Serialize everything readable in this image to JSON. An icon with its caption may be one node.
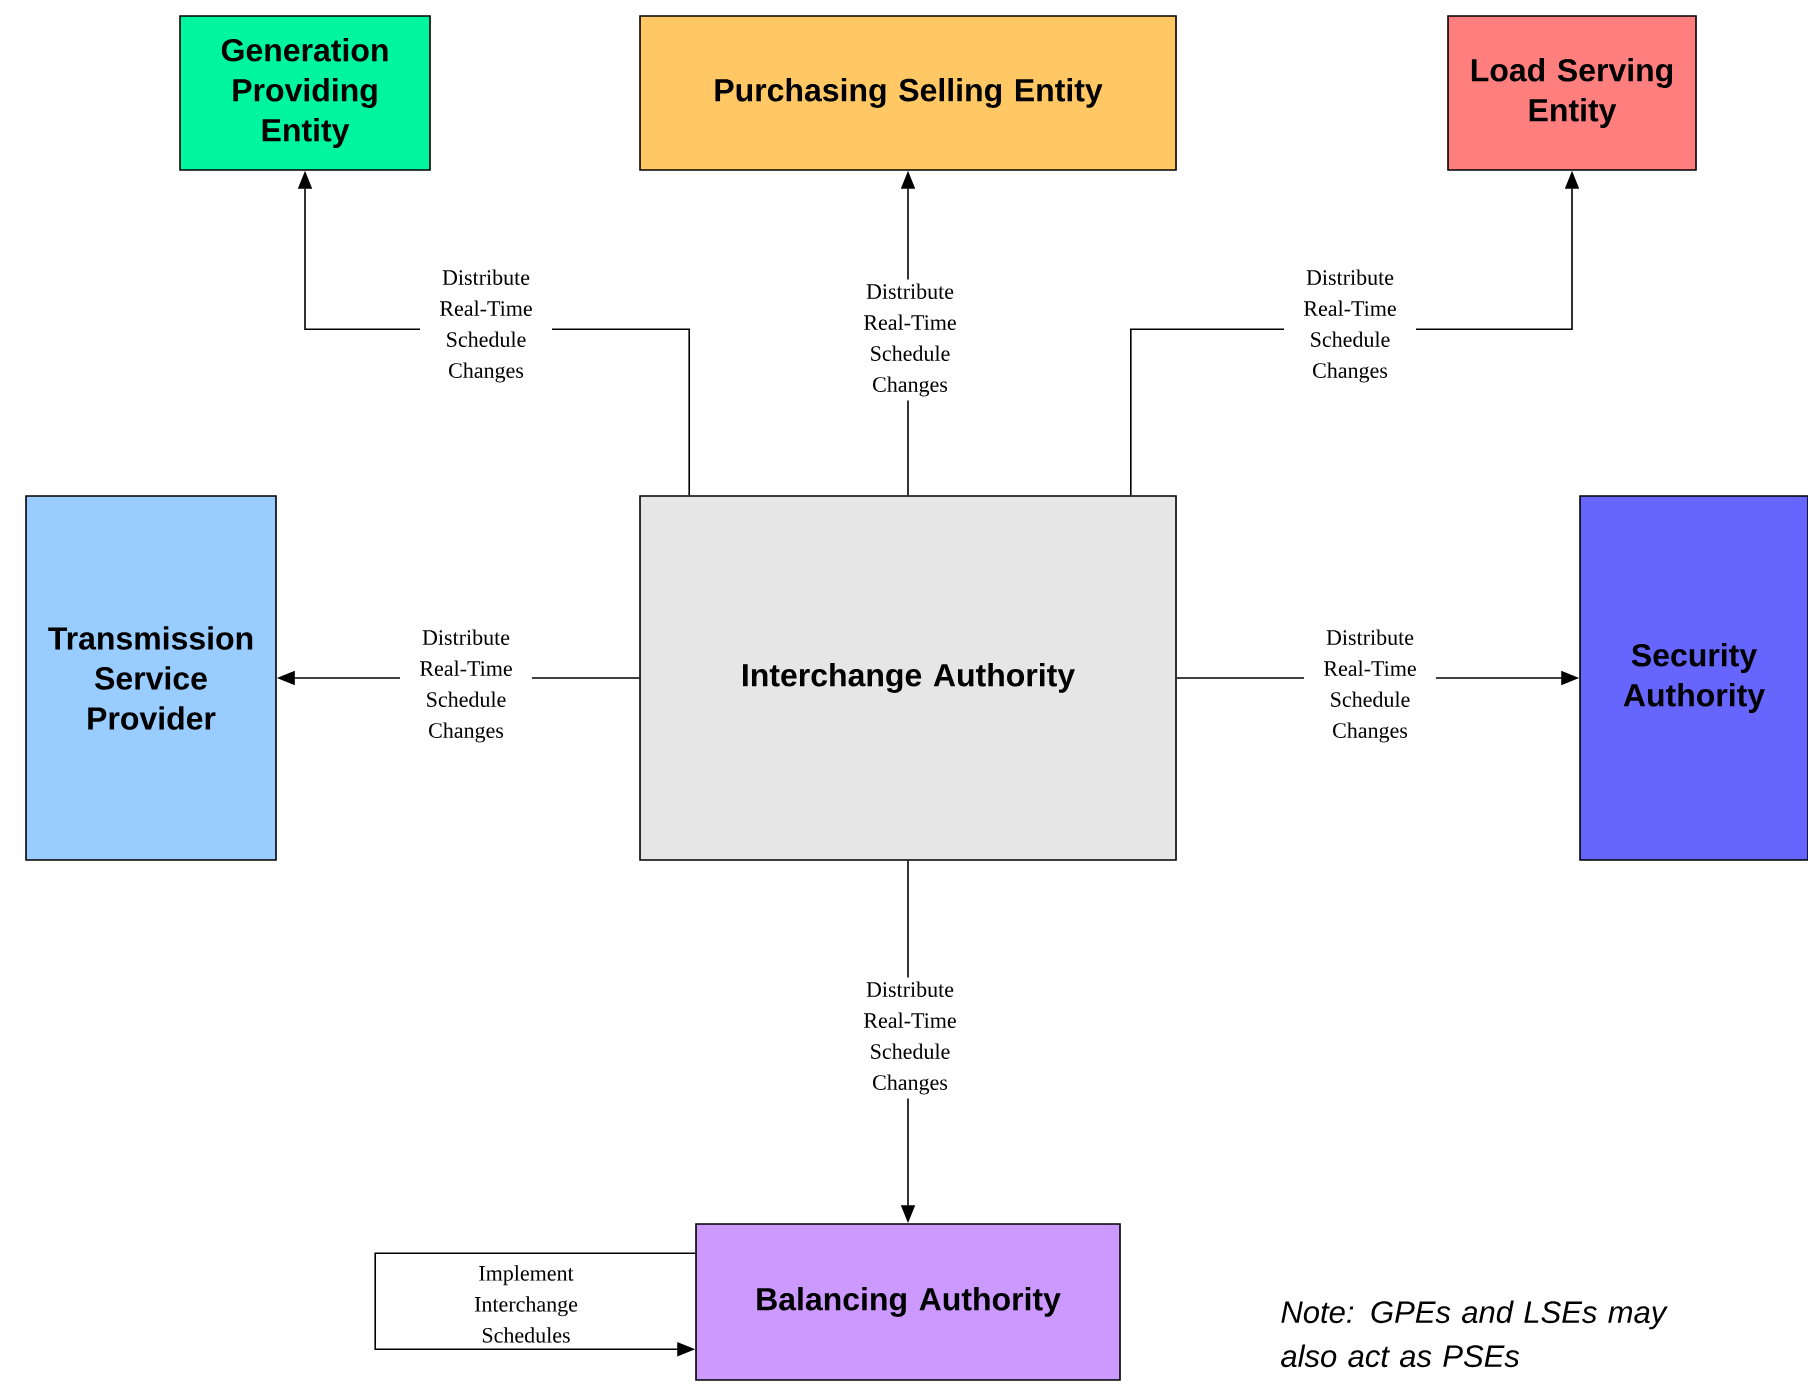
{
  "diagram": {
    "nodes": [
      {
        "text": [
          "Generation Providing Entity"
        ]
      },
      {
        "text": [
          "Purchasing Selling Entity"
        ]
      },
      {
        "text": [
          "Load Serving Entity"
        ]
      },
      {
        "text": [
          "Transmission Service Provider"
        ]
      },
      {
        "text": [
          "Interchange Authority"
        ]
      },
      {
        "text": [
          "Security Authority"
        ]
      },
      {
        "text": [
          "Balancing Authority"
        ]
      }
    ],
    "edges": [
      {
        "from": 4,
        "to": 0,
        "arrow": "to",
        "label": "Distribute Real-Time Schedule Changes"
      },
      {
        "from": 4,
        "to": 1,
        "arrow": "to",
        "label": "Distribute Real-Time Schedule Changes"
      },
      {
        "from": 4,
        "to": 2,
        "arrow": "to",
        "label": "Distribute Real-Time Schedule Changes"
      },
      {
        "from": 4,
        "to": 3,
        "arrow": "to",
        "label": "Distribute Real-Time Schedule Changes"
      },
      {
        "from": 4,
        "to": 5,
        "arrow": "to",
        "label": "Distribute Real-Time Schedule Changes"
      },
      {
        "from": 4,
        "to": 6,
        "arrow": "to",
        "label": "Distribute Real-Time Schedule Changes"
      },
      {
        "from": 6,
        "to": 6,
        "arrow": "to",
        "label": "Implement Interchange Schedules"
      }
    ],
    "labels": [
      "Note: GPEs and LSEs may also act as PSEs"
    ]
  }
}
